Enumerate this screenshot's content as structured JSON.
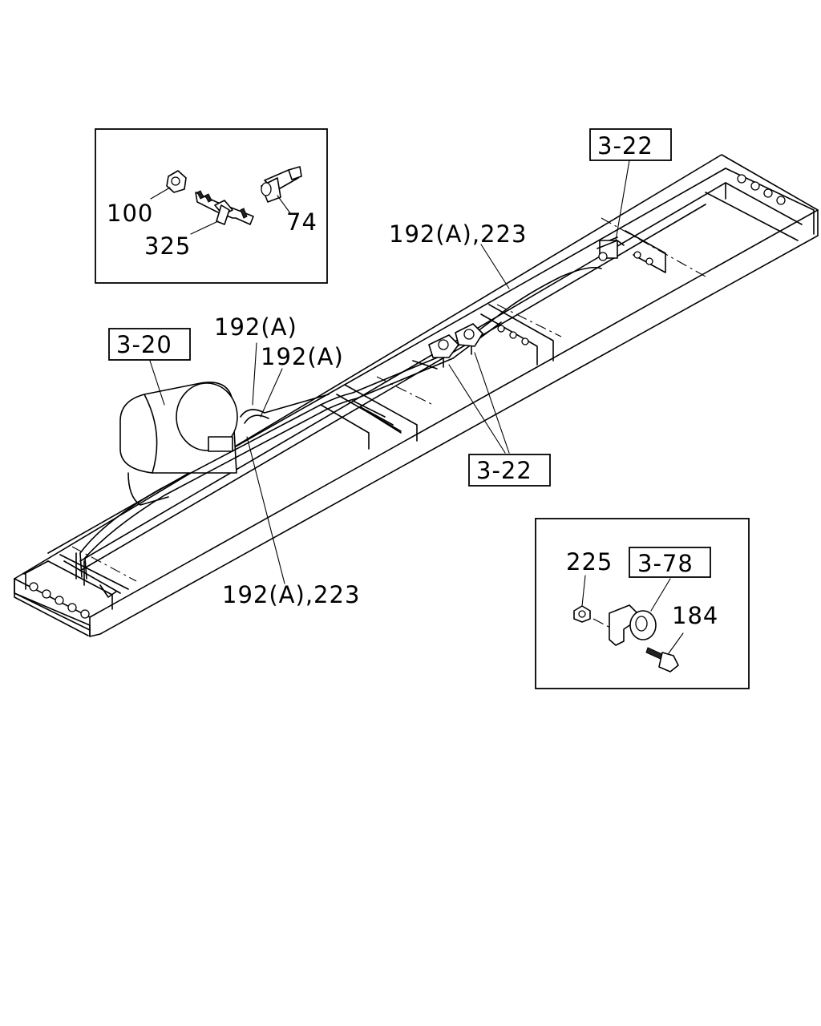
{
  "labels": {
    "inset_top": {
      "nut": "100",
      "tee": "325",
      "spacer": "74"
    },
    "ref_top_right": "3-22",
    "pipe_upper": "192(A),223",
    "pipe_a1": "192(A)",
    "pipe_a2": "192(A)",
    "ref_left": "3-20",
    "ref_middle": "3-22",
    "pipe_lower": "192(A),223",
    "inset_bottom": {
      "nut": "225",
      "ref": "3-78",
      "bolt": "184"
    }
  }
}
